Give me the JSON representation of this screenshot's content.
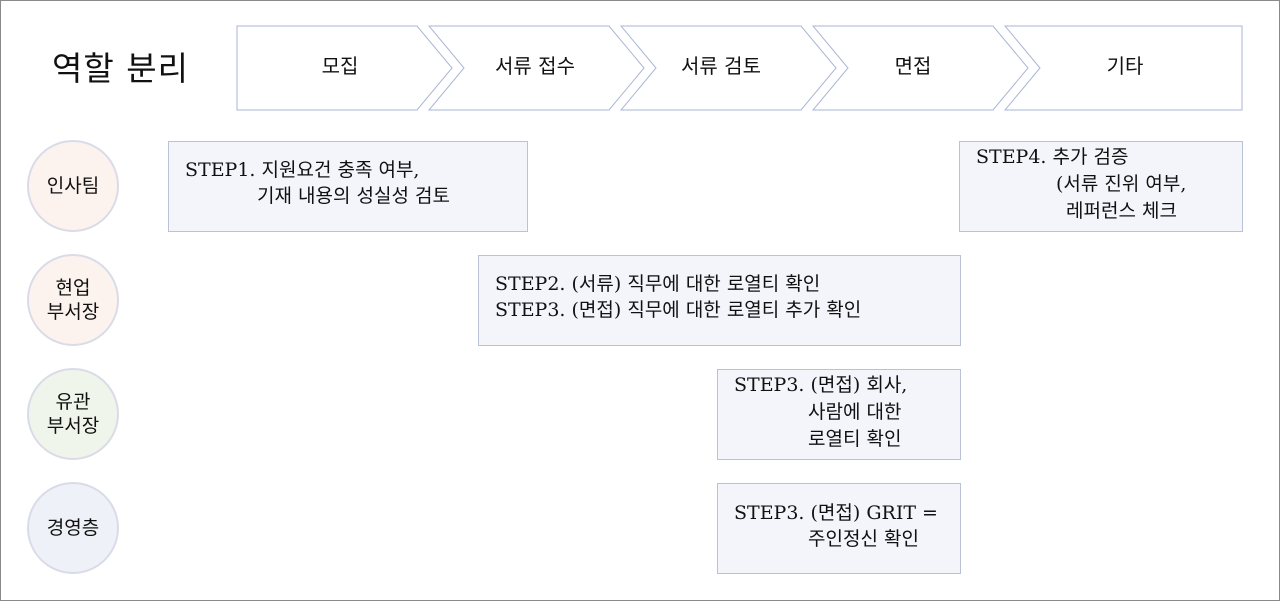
{
  "title": "역할 분리",
  "stages": [
    "모집",
    "서류 접수",
    "서류 검토",
    "면접",
    "기타"
  ],
  "roles": [
    {
      "lines": "인사팀",
      "bg": "#fdf3ee"
    },
    {
      "lines": "현업\n부서장",
      "bg": "#fdf3ee"
    },
    {
      "lines": "유관\n부서장",
      "bg": "#eff5ea"
    },
    {
      "lines": "경영층",
      "bg": "#eef1f8"
    }
  ],
  "steps": {
    "hr_screening": [
      "STEP1. 지원요건 충족 여부,",
      "기재 내용의 성실성 검토"
    ],
    "hr_verification": [
      "STEP4. 추가 검증",
      "(서류 진위 여부,",
      "레퍼런스 체크"
    ],
    "dept_head": [
      "STEP2. (서류) 직무에 대한 로열티 확인",
      "STEP3. (면접) 직무에 대한 로열티 추가 확인"
    ],
    "related_head": [
      "STEP3. (면접) 회사,",
      "사람에 대한",
      "로열티 확인"
    ],
    "executive": [
      "STEP3. (면접) GRIT =",
      "주인정신 확인"
    ]
  },
  "colors": {
    "stage_border": "#aab6d6",
    "box_border": "#b9c2d6",
    "box_bg": "#f3f5fa"
  }
}
